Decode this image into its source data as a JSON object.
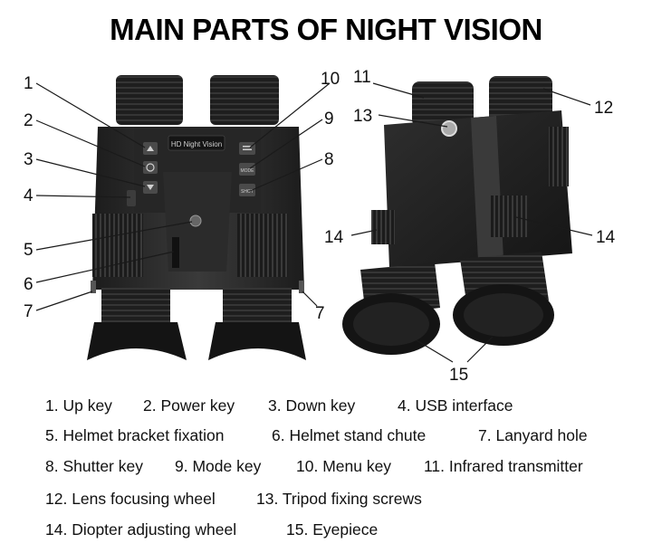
{
  "title": "MAIN PARTS OF NIGHT VISION",
  "device_label": "HD Night Vision",
  "callouts": {
    "c1": "1",
    "c2": "2",
    "c3": "3",
    "c4": "4",
    "c5": "5",
    "c6": "6",
    "c7a": "7",
    "c7b": "7",
    "c8": "8",
    "c9": "9",
    "c10": "10",
    "c11": "11",
    "c12": "12",
    "c13": "13",
    "c14a": "14",
    "c14b": "14",
    "c15": "15"
  },
  "button_labels": {
    "mode": "MODE",
    "shot": "SHOT"
  },
  "legend": [
    [
      "1. Up key",
      "2. Power key",
      "3. Down key",
      "4. USB interface"
    ],
    [
      "5. Helmet bracket fixation",
      "6. Helmet stand chute",
      "7. Lanyard hole"
    ],
    [
      "8. Shutter key",
      "9. Mode key",
      "10. Menu key",
      "11. Infrared transmitter"
    ],
    [
      "12. Lens focusing wheel",
      "13. Tripod fixing screws"
    ],
    [
      "14. Diopter adjusting wheel",
      "15. Eyepiece"
    ]
  ]
}
